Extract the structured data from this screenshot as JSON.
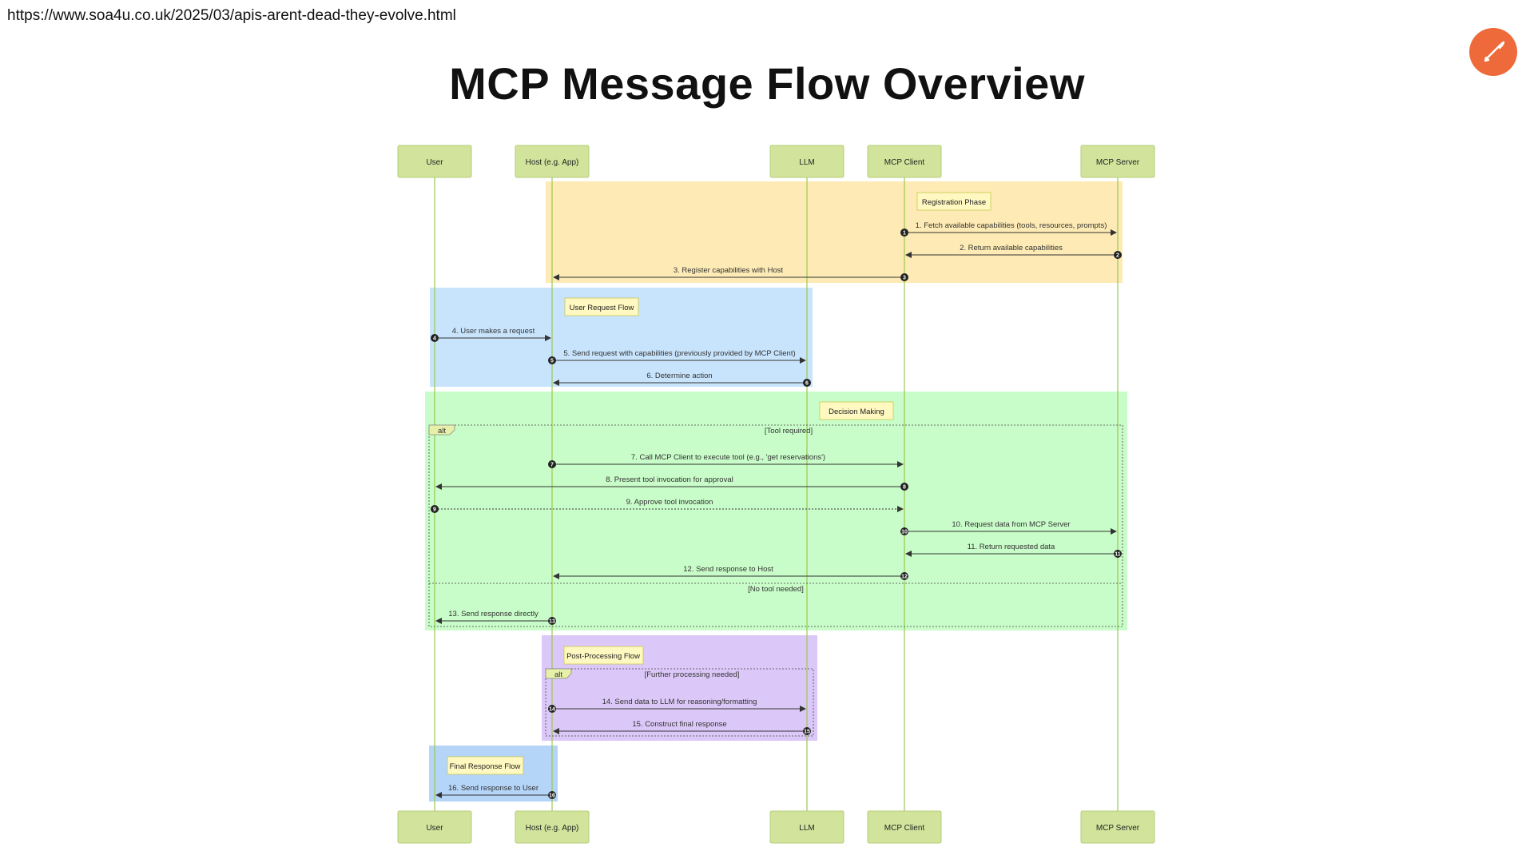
{
  "page": {
    "url": "https://www.soa4u.co.uk/2025/03/apis-arent-dead-they-evolve.html",
    "title": "MCP Message Flow Overview",
    "logo_icon": "postman-rocket-icon"
  },
  "diagram": {
    "actors": [
      {
        "id": "user",
        "label": "User"
      },
      {
        "id": "host",
        "label": "Host (e.g. App)"
      },
      {
        "id": "llm",
        "label": "LLM"
      },
      {
        "id": "client",
        "label": "MCP Client"
      },
      {
        "id": "server",
        "label": "MCP Server"
      }
    ],
    "phases": [
      {
        "id": "registration",
        "label": "Registration Phase",
        "color": "#fdeab4"
      },
      {
        "id": "user-request",
        "label": "User Request Flow",
        "color": "#c8e4fc"
      },
      {
        "id": "decision",
        "label": "Decision Making",
        "color": "#c8fcc8"
      },
      {
        "id": "post-processing",
        "label": "Post-Processing Flow",
        "color": "#dcc8f8"
      },
      {
        "id": "final-response",
        "label": "Final Response Flow",
        "color": "#b4d4f8"
      }
    ],
    "alts": [
      {
        "tag": "alt",
        "condition": "[Tool required]",
        "else_condition": "[No tool needed]"
      },
      {
        "tag": "alt",
        "condition": "[Further processing needed]"
      }
    ],
    "messages": [
      {
        "n": "1",
        "from": "client",
        "to": "server",
        "label": "1. Fetch available capabilities (tools, resources, prompts)",
        "dashed": false
      },
      {
        "n": "2",
        "from": "server",
        "to": "client",
        "label": "2. Return available capabilities",
        "dashed": false
      },
      {
        "n": "3",
        "from": "client",
        "to": "host",
        "label": "3. Register capabilities with Host",
        "dashed": false
      },
      {
        "n": "4",
        "from": "user",
        "to": "host",
        "label": "4. User makes a request",
        "dashed": false
      },
      {
        "n": "5",
        "from": "host",
        "to": "llm",
        "label": "5. Send request with capabilities (previously provided by MCP Client)",
        "dashed": false
      },
      {
        "n": "6",
        "from": "llm",
        "to": "host",
        "label": "6. Determine action",
        "dashed": false
      },
      {
        "n": "7",
        "from": "host",
        "to": "client",
        "label": "7. Call MCP Client to execute tool (e.g., 'get reservations')",
        "dashed": false
      },
      {
        "n": "8",
        "from": "client",
        "to": "user",
        "label": "8. Present tool invocation for approval",
        "dashed": false
      },
      {
        "n": "9",
        "from": "user",
        "to": "client",
        "label": "9. Approve tool invocation",
        "dashed": true
      },
      {
        "n": "10",
        "from": "client",
        "to": "server",
        "label": "10. Request data from MCP Server",
        "dashed": false
      },
      {
        "n": "11",
        "from": "server",
        "to": "client",
        "label": "11. Return requested data",
        "dashed": false
      },
      {
        "n": "12",
        "from": "client",
        "to": "host",
        "label": "12. Send response to Host",
        "dashed": false
      },
      {
        "n": "13",
        "from": "host",
        "to": "user",
        "label": "13. Send response directly",
        "dashed": false
      },
      {
        "n": "14",
        "from": "host",
        "to": "llm",
        "label": "14. Send data to LLM for reasoning/formatting",
        "dashed": false
      },
      {
        "n": "15",
        "from": "llm",
        "to": "host",
        "label": "15. Construct final response",
        "dashed": false
      },
      {
        "n": "16",
        "from": "host",
        "to": "user",
        "label": "16. Send response to User",
        "dashed": false
      }
    ]
  }
}
